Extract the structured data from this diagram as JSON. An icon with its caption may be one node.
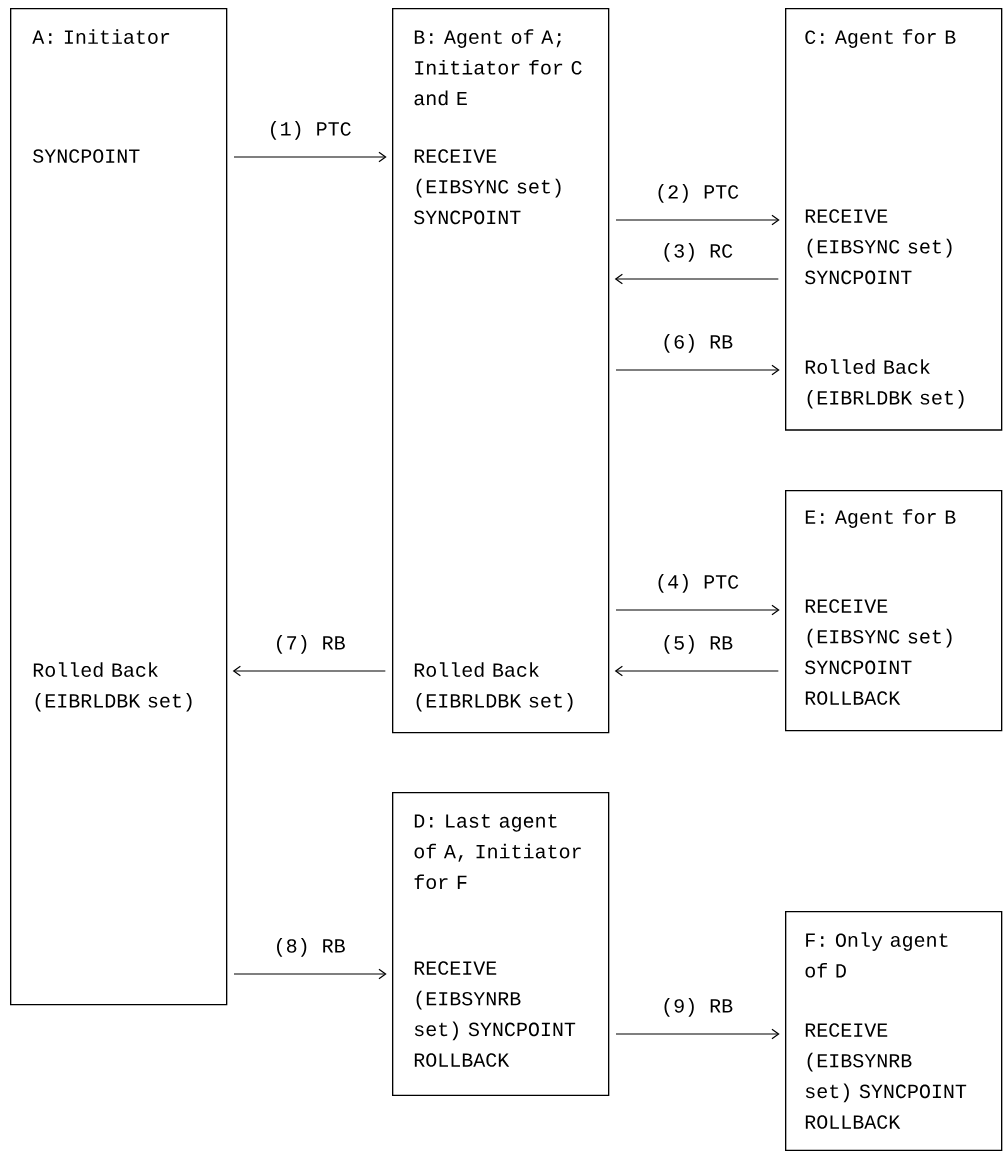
{
  "diagram": {
    "nodes": [
      {
        "text": [
          "A: Initiator",
          "SYNCPOINT",
          "Rolled Back (EIBRLDBK set)"
        ]
      },
      {
        "text": [
          "B: Agent of A; Initiator for C and E",
          "RECEIVE (EIBSYNC set) SYNCPOINT",
          "Rolled Back (EIBRLDBK set)"
        ]
      },
      {
        "text": [
          "C: Agent for B",
          "RECEIVE (EIBSYNC set) SYNCPOINT",
          "Rolled Back (EIBRLDBK set)"
        ]
      },
      {
        "text": [
          "E: Agent for B",
          "RECEIVE (EIBSYNC set) SYNCPOINT ROLLBACK"
        ]
      },
      {
        "text": [
          "D: Last agent of A, Initiator for F",
          "RECEIVE (EIBSYNRB set) SYNCPOINT ROLLBACK"
        ]
      },
      {
        "text": [
          "F: Only agent of D",
          "RECEIVE (EIBSYNRB set) SYNCPOINT ROLLBACK"
        ]
      }
    ],
    "edges": [
      {
        "from": 0,
        "to": 1,
        "arrow": "to",
        "label": "(1) PTC"
      },
      {
        "from": 1,
        "to": 2,
        "arrow": "to",
        "label": "(2) PTC"
      },
      {
        "from": 2,
        "to": 1,
        "arrow": "to",
        "label": "(3) RC"
      },
      {
        "from": 1,
        "to": 3,
        "arrow": "to",
        "label": "(4) PTC"
      },
      {
        "from": 3,
        "to": 1,
        "arrow": "to",
        "label": "(5) RB"
      },
      {
        "from": 1,
        "to": 2,
        "arrow": "to",
        "label": "(6) RB"
      },
      {
        "from": 1,
        "to": 0,
        "arrow": "to",
        "label": "(7) RB"
      },
      {
        "from": 0,
        "to": 4,
        "arrow": "to",
        "label": "(8) RB"
      },
      {
        "from": 4,
        "to": 5,
        "arrow": "to",
        "label": "(9) RB"
      }
    ]
  }
}
